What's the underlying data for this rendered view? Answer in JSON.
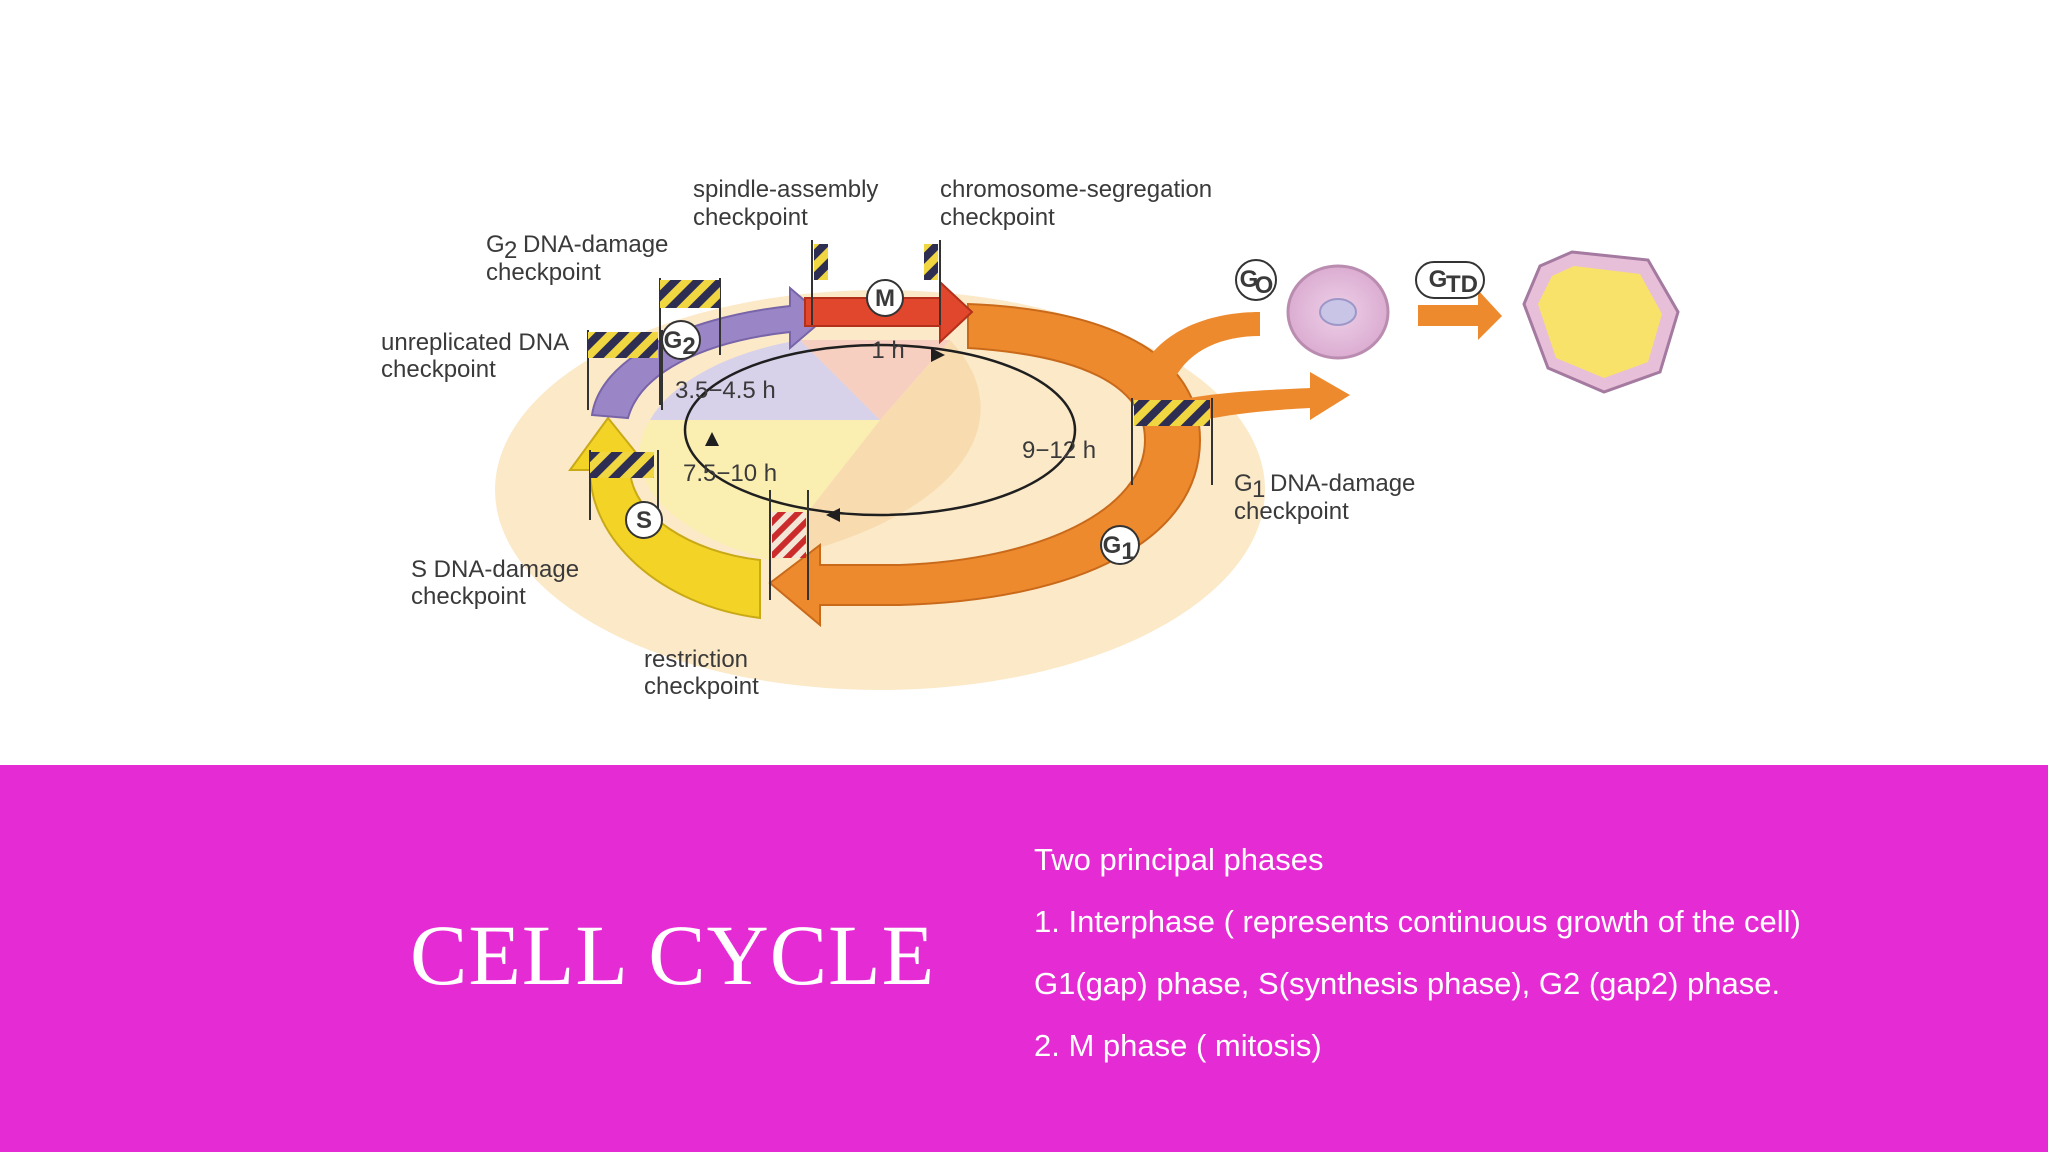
{
  "diagram": {
    "labels": {
      "spindle_assembly": [
        "spindle-assembly",
        "checkpoint"
      ],
      "chromosome_segregation": [
        "chromosome-segregation",
        "checkpoint"
      ],
      "g2_dna_damage": [
        "DNA-damage",
        "checkpoint"
      ],
      "unreplicated_dna": [
        "unreplicated DNA",
        "checkpoint"
      ],
      "s_dna_damage": [
        "S DNA-damage",
        "checkpoint"
      ],
      "restriction": [
        "restriction",
        "checkpoint"
      ],
      "g1_dna_damage": [
        "DNA-damage",
        "checkpoint"
      ]
    },
    "g_prefix": "G",
    "sub_2": "2",
    "sub_1": "1",
    "durations": {
      "m": "1 h",
      "g2": "3.5−4.5 h",
      "s": "7.5−10 h",
      "g1": "9−12 h"
    },
    "phase_badges": {
      "m": "M",
      "s": "S",
      "g2": "G",
      "g2_sub": "2",
      "g1": "G",
      "g1_sub": "1",
      "g0": "G",
      "g0_sub": "O",
      "gtd": "G",
      "gtd_sub": "TD"
    },
    "colors": {
      "m_arrow": "#e0472c",
      "g1_arrow": "#ee8a2e",
      "s_arrow": "#f2d326",
      "g2_arrow": "#9a86c6",
      "g2_sector": "#d7d1ea",
      "s_sector": "#fbeeb1",
      "g1_sector": "#f8dcb0",
      "m_sector": "#f7cfc0",
      "disc": "#fbe9c8"
    }
  },
  "slide": {
    "title": "CELL CYCLE",
    "band_color": "#e52bd3",
    "notes": [
      "Two principal phases",
      "1. Interphase ( represents continuous growth of the cell)",
      "G1(gap) phase, S(synthesis phase), G2 (gap2) phase.",
      "2. M phase ( mitosis)"
    ]
  }
}
